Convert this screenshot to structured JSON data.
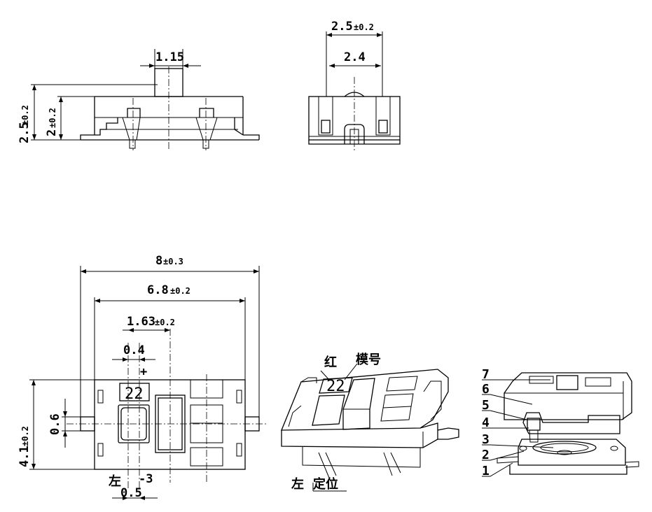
{
  "views": {
    "front": {
      "width_top": "1.15",
      "height_total": "2.5",
      "height_total_tol": "±0.2",
      "height_body": "2",
      "height_body_tol": "±0.2"
    },
    "side": {
      "width_outer": "2.5",
      "width_outer_tol": "±0.2",
      "width_inner": "2.4"
    },
    "top": {
      "length_total": "8",
      "length_total_tol": "±0.3",
      "length_body": "6.8",
      "length_body_tol": "±0.2",
      "actuator_offset": "1.63",
      "actuator_offset_tol": "±0.2",
      "pin_pitch": "0.4",
      "plus_sign": "+",
      "depth": "4.1",
      "depth_tol": "±0.2",
      "terminal_width": "0.6",
      "pin_width": "0.5",
      "minus_label": "-3",
      "model_mark": "22",
      "left_label": "左"
    },
    "iso": {
      "label_red": "红",
      "label_model": "模号",
      "model_mark": "22",
      "left_label": "左",
      "locator_label": "定位"
    },
    "exploded": {
      "parts": [
        "7",
        "6",
        "5",
        "4",
        "3",
        "2",
        "1"
      ]
    }
  }
}
